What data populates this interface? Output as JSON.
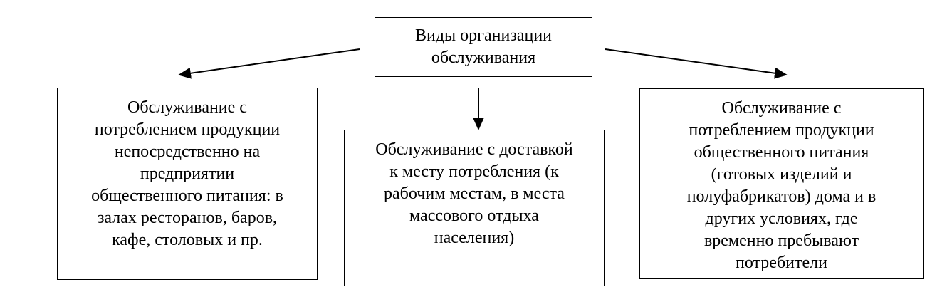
{
  "diagram": {
    "root": {
      "text": "Виды организации\nобслуживания"
    },
    "children": [
      {
        "text": "Обслуживание с\nпотреблением продукции\nнепосредственно на\nпредприятии\nобщественного питания: в\nзалах ресторанов, баров,\nкафе, столовых и пр."
      },
      {
        "text": "Обслуживание с доставкой\nк месту потребления (к\nрабочим местам, в места\nмассового отдыха\nнаселения)"
      },
      {
        "text": "Обслуживание с\nпотреблением продукции\nобщественного питания\n(готовых изделий и\nполуфабрикатов) дома и в\nдругих условиях, где\nвременно пребывают\nпотребители"
      }
    ],
    "colors": {
      "border": "#000000",
      "background": "#ffffff",
      "text": "#000000"
    }
  }
}
